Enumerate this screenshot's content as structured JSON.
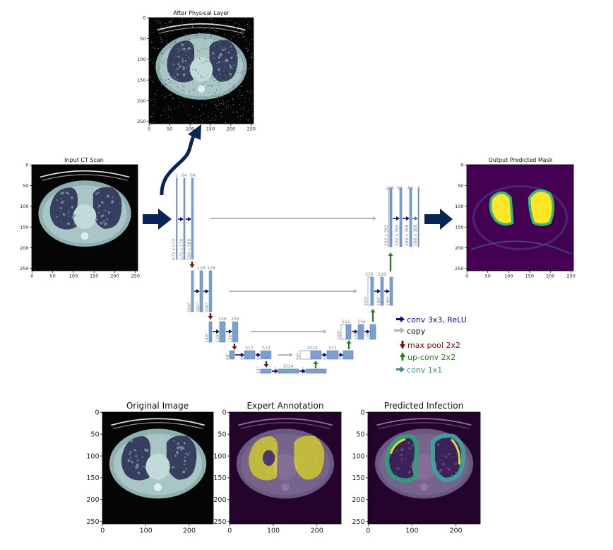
{
  "plots": {
    "physical": {
      "title": "After Physical Layer",
      "xticks": [
        0,
        50,
        100,
        150,
        200,
        250
      ],
      "yticks": [
        0,
        50,
        100,
        150,
        200,
        250
      ],
      "variant": "noisy"
    },
    "input": {
      "title": "Input CT Scan",
      "xticks": [
        0,
        50,
        100,
        150,
        200,
        250
      ],
      "yticks": [
        0,
        50,
        100,
        150,
        200,
        250
      ],
      "variant": "ct"
    },
    "output": {
      "title": "Output Predicted Mask",
      "xticks": [
        0,
        50,
        100,
        150,
        200,
        250
      ],
      "yticks": [
        0,
        50,
        100,
        150,
        200,
        250
      ],
      "variant": "mask"
    },
    "original": {
      "title": "Original Image",
      "xticks": [
        0,
        100,
        200
      ],
      "yticks": [
        0,
        50,
        100,
        150,
        200,
        250
      ],
      "variant": "ct"
    },
    "expert": {
      "title": "Expert Annotation",
      "xticks": [
        0,
        100,
        200
      ],
      "yticks": [
        0,
        50,
        100,
        150,
        200,
        250
      ],
      "variant": "expert"
    },
    "predicted": {
      "title": "Predicted Infection",
      "xticks": [
        0,
        100,
        200
      ],
      "yticks": [
        0,
        50,
        100,
        150,
        200,
        250
      ],
      "variant": "pred"
    }
  },
  "unet": {
    "l1": {
      "channels": [
        "1",
        "64",
        "64"
      ],
      "sizes": [
        "572 x 572",
        "570 x 570",
        "568 x 568"
      ]
    },
    "l2": {
      "channels": [
        "128",
        "128"
      ],
      "sizes": [
        "284²",
        "282²",
        "280²"
      ]
    },
    "l3": {
      "channels": [
        "256",
        "256"
      ],
      "sizes": [
        "140²",
        "138²",
        "136²"
      ]
    },
    "l4": {
      "channels": [
        "512",
        "512"
      ],
      "sizes": [
        "68²",
        "66²",
        "64²"
      ]
    },
    "l5": {
      "channels": [
        "1024"
      ],
      "sizes": [
        "32²",
        "30²",
        "28²"
      ]
    },
    "u4": {
      "channels": [
        "1024",
        "512"
      ],
      "sizes": [
        "56²",
        "54²",
        "52²"
      ]
    },
    "u3": {
      "channels": [
        "512",
        "256"
      ],
      "sizes": [
        "104²",
        "102²",
        "100²"
      ]
    },
    "u2": {
      "channels": [
        "256",
        "128"
      ],
      "sizes": [
        "200²",
        "198²",
        "196²"
      ]
    },
    "u1": {
      "channels": [
        "128",
        "64",
        "64",
        "2"
      ],
      "sizes": [
        "392 x 392",
        "390 x 390",
        "388 x 388",
        "388 x 388"
      ]
    }
  },
  "legend": {
    "conv": "conv 3x3, ReLU",
    "copy": "copy",
    "maxpool": "max pool 2x2",
    "upconv": "up-conv 2x2",
    "conv1": "conv 1x1"
  },
  "colors": {
    "navy": "#0b2458",
    "conv": "#0c0c80",
    "copy": "#b4b4b4",
    "pool": "#7a1010",
    "up": "#2e7d1f",
    "conv1": "#3a8a8a",
    "block": "#7b9fcf"
  }
}
